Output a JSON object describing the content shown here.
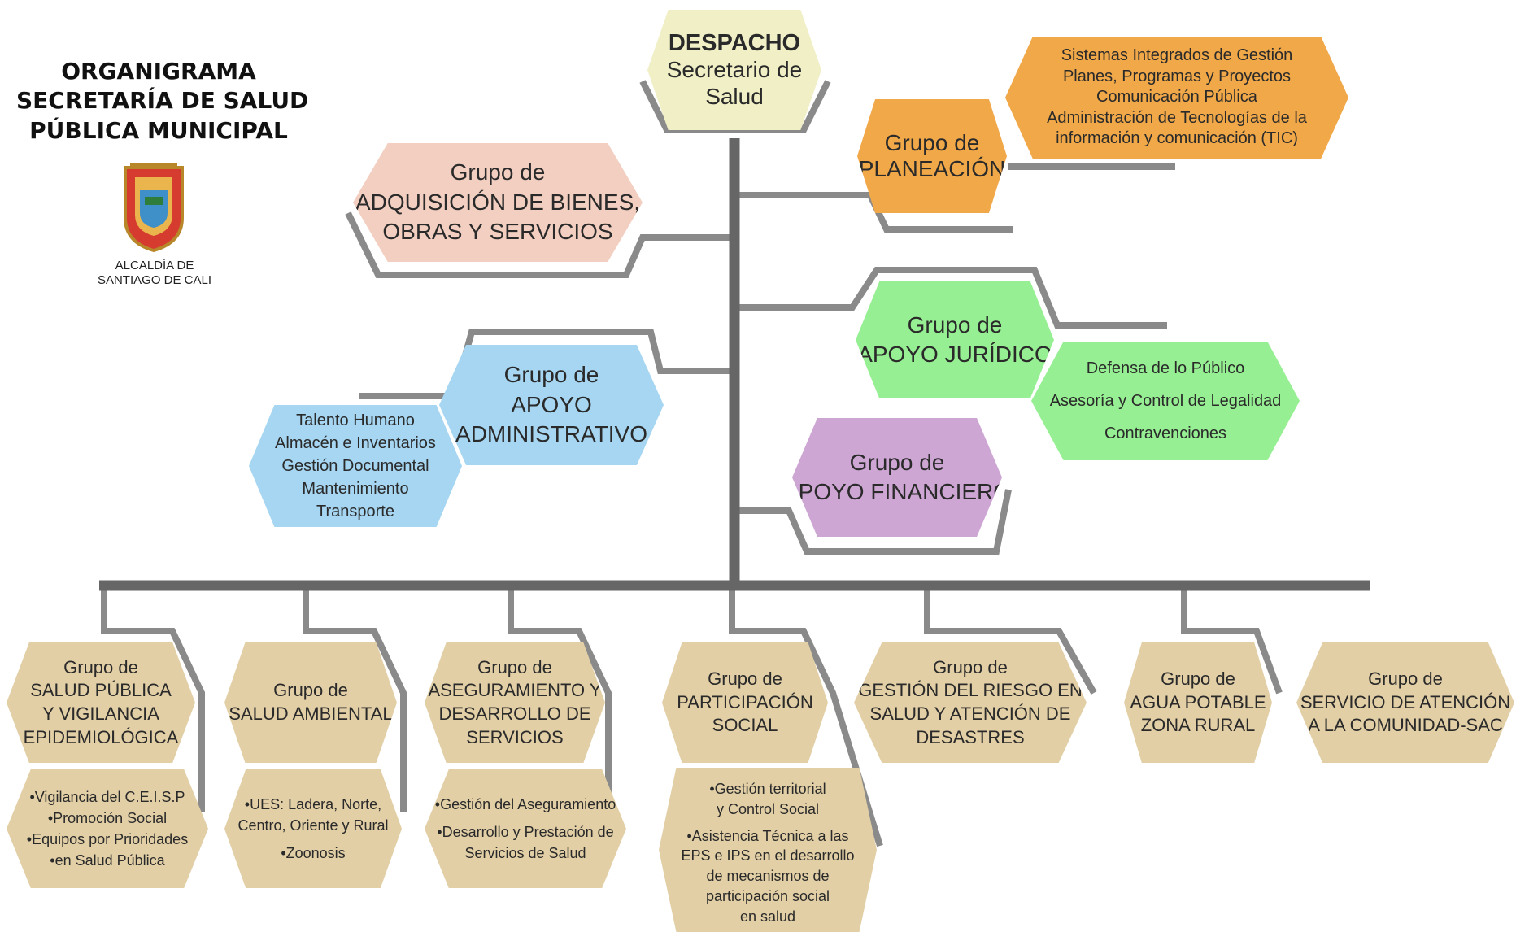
{
  "title": {
    "lines": [
      "ORGANIGRAMA",
      "SECRETARÍA DE SALUD",
      "PÚBLICA MUNICIPAL"
    ]
  },
  "logo": {
    "icon": "coat-of-arms-icon",
    "lines": [
      "ALCALDÍA DE",
      "SANTIAGO DE CALI"
    ]
  },
  "colors": {
    "line": "#666666",
    "wire": "#8a8a8a",
    "despacho": "#f1efc6",
    "orange": "#f0a849",
    "peach": "#f2cfc0",
    "green": "#97ef93",
    "blue": "#a6d6f1",
    "purple": "#cda6d4",
    "tan": "#e2cfa6"
  },
  "despacho": {
    "title": "DESPACHO",
    "lines": [
      "Secretario de",
      "Salud"
    ]
  },
  "planeacion": {
    "lines": [
      "Grupo de",
      "PLANEACIÓN"
    ],
    "items": [
      "Sistemas Integrados de Gestión",
      "Planes, Programas y Proyectos",
      "Comunicación Pública",
      "Administración de Tecnologías de la",
      "información y comunicación (TIC)"
    ]
  },
  "adquisicion": {
    "lines": [
      "Grupo de",
      "ADQUISICIÓN DE BIENES,",
      "OBRAS Y SERVICIOS"
    ]
  },
  "juridico": {
    "lines": [
      "Grupo de",
      "APOYO JURÍDICO"
    ],
    "items": [
      "Defensa de lo Público",
      "Asesoría y Control de Legalidad",
      "Contravenciones"
    ]
  },
  "administrativo": {
    "lines": [
      "Grupo de",
      "APOYO",
      "ADMINISTRATIVO"
    ],
    "items": [
      "Talento Humano",
      "Almacén e Inventarios",
      "Gestión Documental",
      "Mantenimiento",
      "Transporte"
    ]
  },
  "financiero": {
    "lines": [
      "Grupo de",
      "APOYO FINANCIERO"
    ]
  },
  "bottom": [
    {
      "lines": [
        "Grupo de",
        "SALUD PÚBLICA",
        "Y VIGILANCIA",
        "EPIDEMIOLÓGICA"
      ],
      "items": [
        "•Vigilancia del C.E.I.S.P",
        "•Promoción Social",
        "•Equipos por Prioridades",
        "•en Salud Pública"
      ]
    },
    {
      "lines": [
        "Grupo de",
        "SALUD AMBIENTAL"
      ],
      "items": [
        "•UES: Ladera, Norte,",
        "Centro, Oriente y Rural",
        "",
        "•Zoonosis"
      ]
    },
    {
      "lines": [
        "Grupo de",
        "ASEGURAMIENTO Y",
        "DESARROLLO DE",
        "SERVICIOS"
      ],
      "items": [
        "•Gestión del Aseguramiento",
        "",
        "•Desarrollo y Prestación de",
        "Servicios de Salud"
      ]
    },
    {
      "lines": [
        "Grupo de",
        "PARTICIPACIÓN",
        "SOCIAL"
      ],
      "items": [
        "•Gestión territorial",
        "y Control Social",
        "",
        "•Asistencia Técnica a las",
        "EPS e IPS en el desarrollo",
        "de mecanismos de",
        "participación social",
        "en salud"
      ]
    },
    {
      "lines": [
        "Grupo de",
        "GESTIÓN DEL RIESGO EN",
        "SALUD Y ATENCIÓN DE",
        "DESASTRES"
      ]
    },
    {
      "lines": [
        "Grupo de",
        "AGUA POTABLE",
        "ZONA RURAL"
      ]
    },
    {
      "lines": [
        "Grupo de",
        "SERVICIO DE ATENCIÓN",
        "A LA COMUNIDAD-SAC"
      ]
    }
  ]
}
